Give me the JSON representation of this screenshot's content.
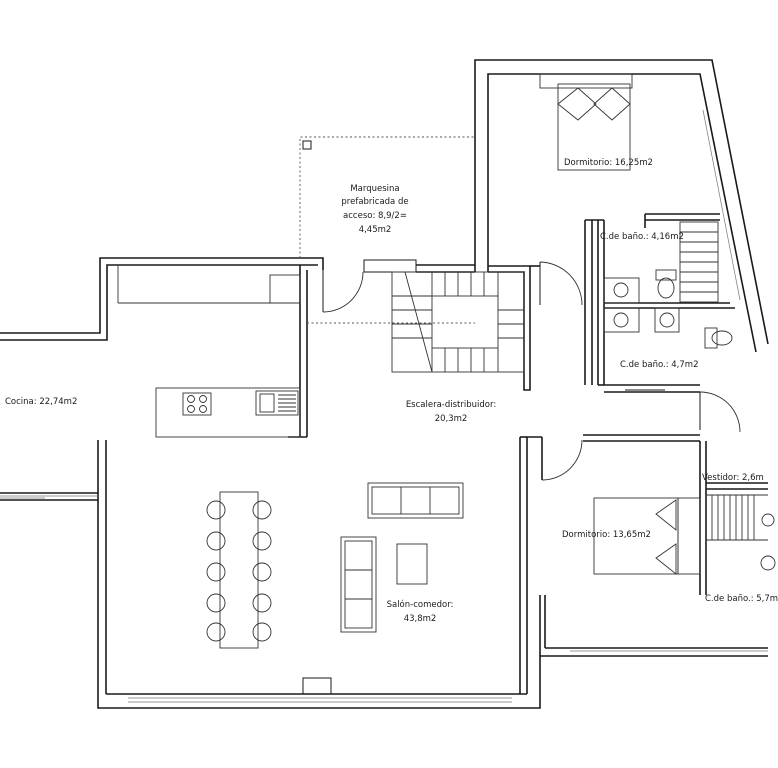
{
  "rooms": {
    "marquesina": {
      "line1": "Marquesina",
      "line2": "prefabricada de",
      "line3": "acceso: 8,9/2=",
      "line4": "4,45m2"
    },
    "dormitorio_1": "Dormitorio: 16,25m2",
    "bano_1": "C.de baño.: 4,16m2",
    "bano_2": "C.de baño.: 4,7m2",
    "cocina": "Cocina: 22,74m2",
    "escalera": {
      "line1": "Escalera-distribuidor:",
      "line2": "20,3m2"
    },
    "vestidor": "Vestidor: 2,6m",
    "dormitorio_2": "Dormitorio: 13,65m2",
    "bano_3": "C.de baño.: 5,7m",
    "salon": {
      "line1": "Salón-comedor:",
      "line2": "43,8m2"
    }
  },
  "colors": {
    "line": "#1a1a1a",
    "background": "#ffffff"
  }
}
